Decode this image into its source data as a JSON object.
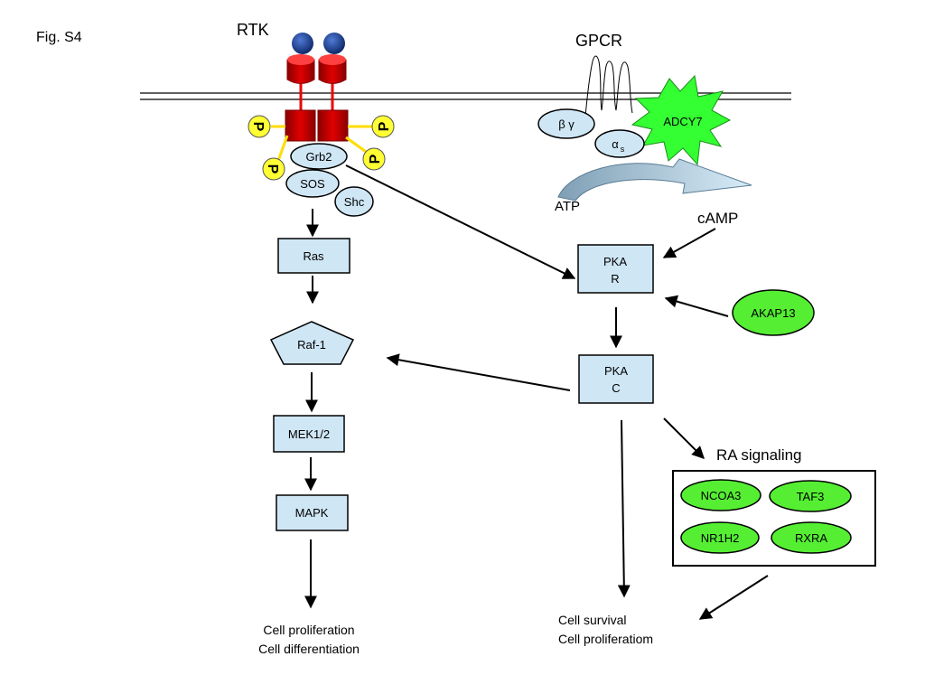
{
  "figure_label": "Fig. S4",
  "rtk": {
    "label": "RTK",
    "phospho": "P"
  },
  "gpcr": {
    "label": "GPCR",
    "beta_gamma": "β γ",
    "alpha_s": "α",
    "alpha_s_sub": "s",
    "adcy7": "ADCY7",
    "atp": "ATP",
    "camp": "cAMP"
  },
  "adapters": {
    "grb2": "Grb2",
    "sos": "SOS",
    "shc": "Shc"
  },
  "mapk_pathway": {
    "ras": "Ras",
    "raf": "Raf-1",
    "mek": "MEK1/2",
    "mapk": "MAPK"
  },
  "pka": {
    "r_line1": "PKA",
    "r_line2": "R",
    "c_line1": "PKA",
    "c_line2": "C",
    "akap": "AKAP13"
  },
  "ra_signaling": {
    "title": "RA signaling",
    "genes": [
      "NCOA3",
      "TAF3",
      "NR1H2",
      "RXRA"
    ]
  },
  "outcomes": {
    "left_line1": "Cell proliferation",
    "left_line2": "Cell differentiation",
    "right_line1": "Cell survival",
    "right_line2": "Cell proliferatiom"
  },
  "colors": {
    "membrane": "#000000",
    "receptor_red": "#d40000",
    "ligand_blue": "#1a3d8f",
    "phospho_yellow": "#ffff33",
    "node_blue": "#cfe6f5",
    "gene_green": "#55ee33",
    "arrow_grey": "#9fb9cc"
  }
}
